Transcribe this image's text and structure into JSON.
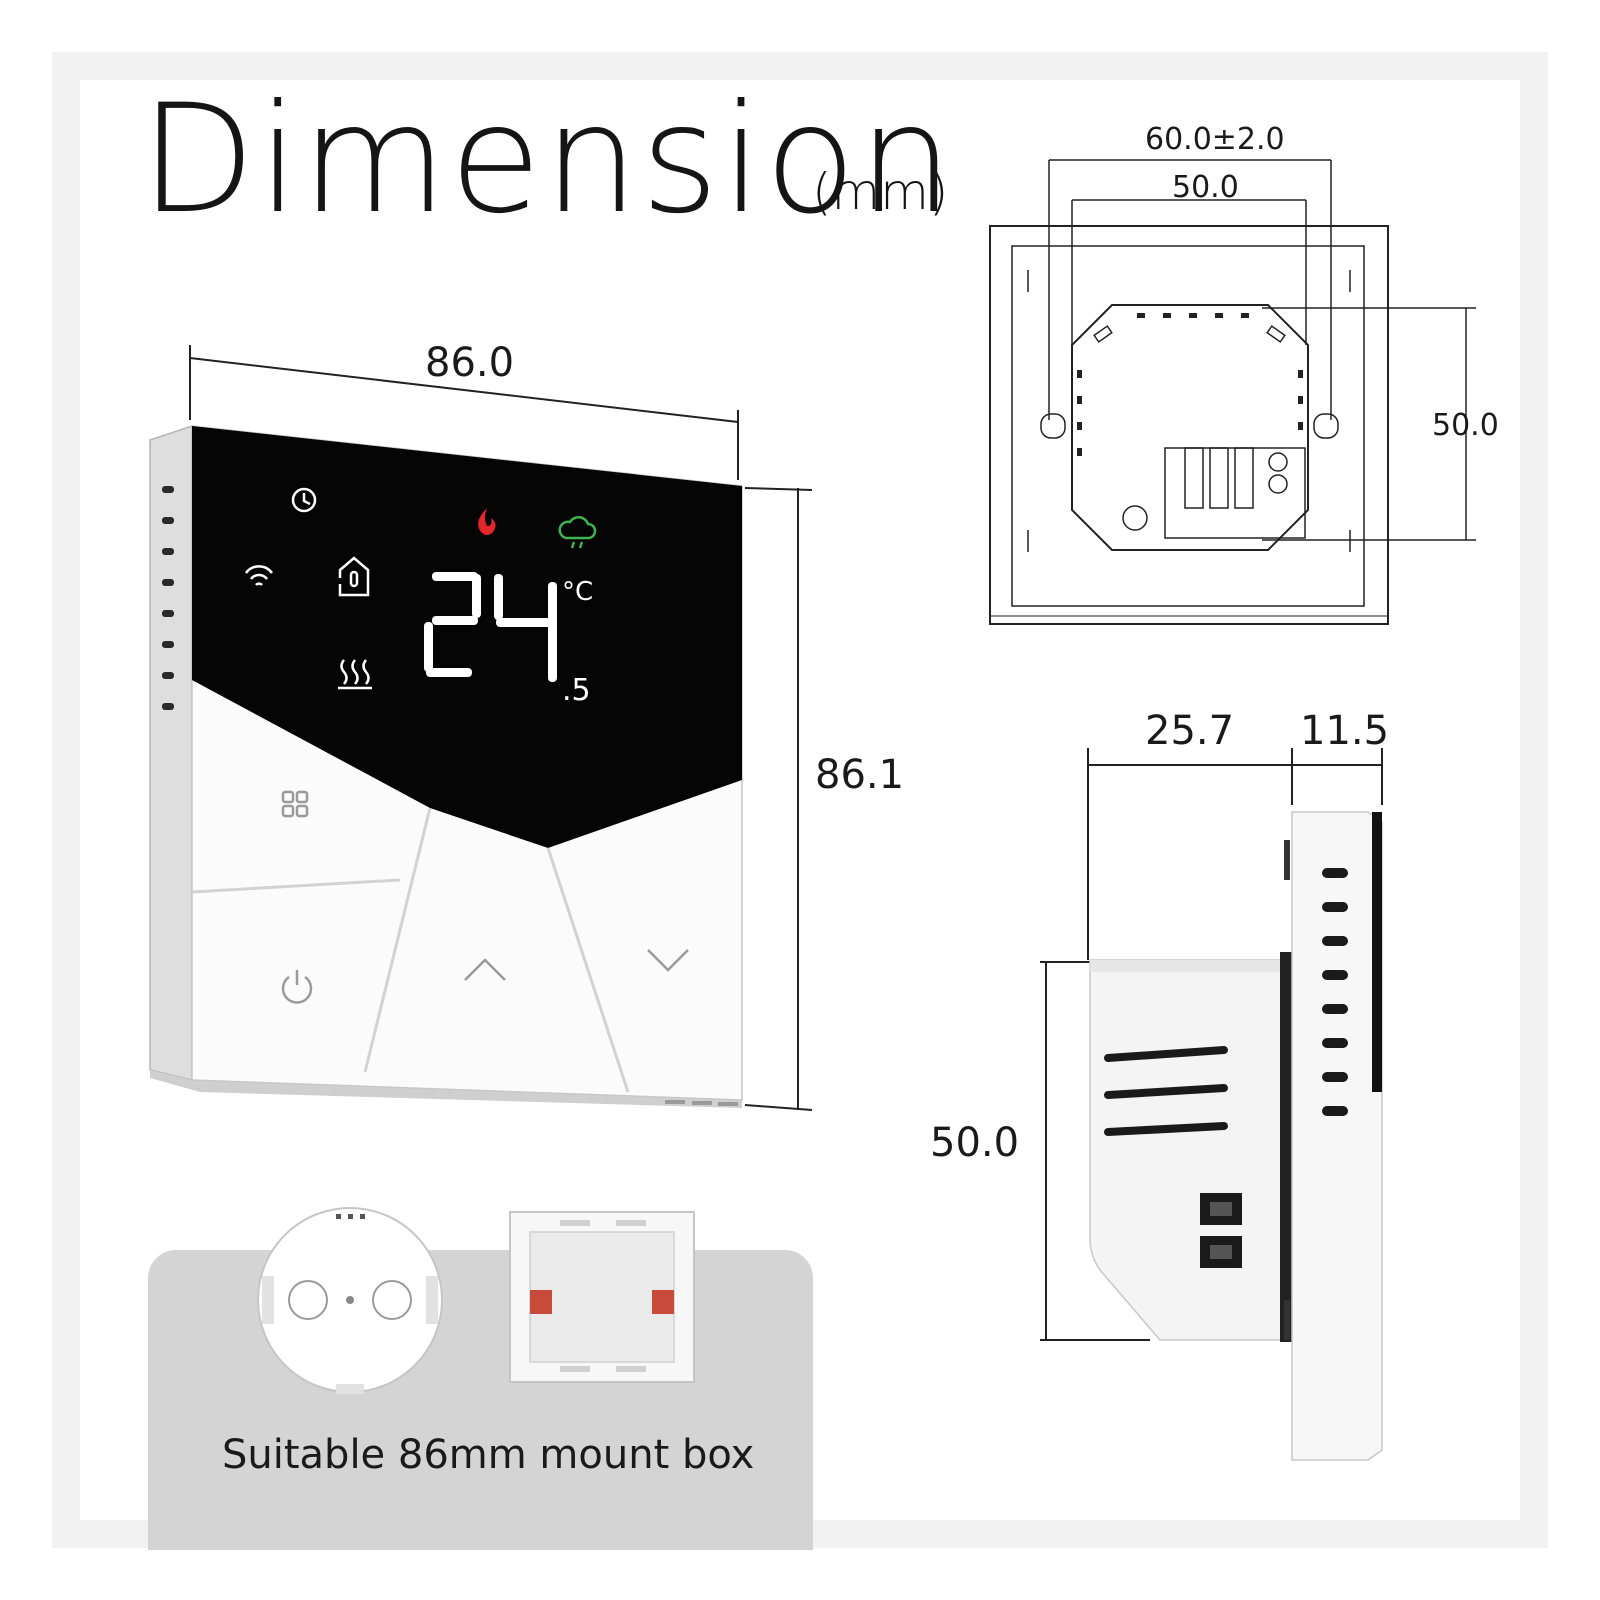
{
  "title": {
    "main": "Dimension",
    "unit": "(mm)"
  },
  "front_view": {
    "width_label": "86.0",
    "height_label": "86.1",
    "display": {
      "temperature_main": "24",
      "temperature_decimal": ".5",
      "unit": "°C",
      "flame_color": "#e3262a",
      "cooling_color": "#3fb34f"
    }
  },
  "rear_view": {
    "outer_width_label": "60.0±2.0",
    "inner_width_label": "50.0",
    "height_label": "50.0"
  },
  "side_view": {
    "depth_label": "25.7",
    "panel_thickness_label": "11.5",
    "height_label": "50.0"
  },
  "mount_box": {
    "caption": "Suitable 86mm mount box"
  }
}
